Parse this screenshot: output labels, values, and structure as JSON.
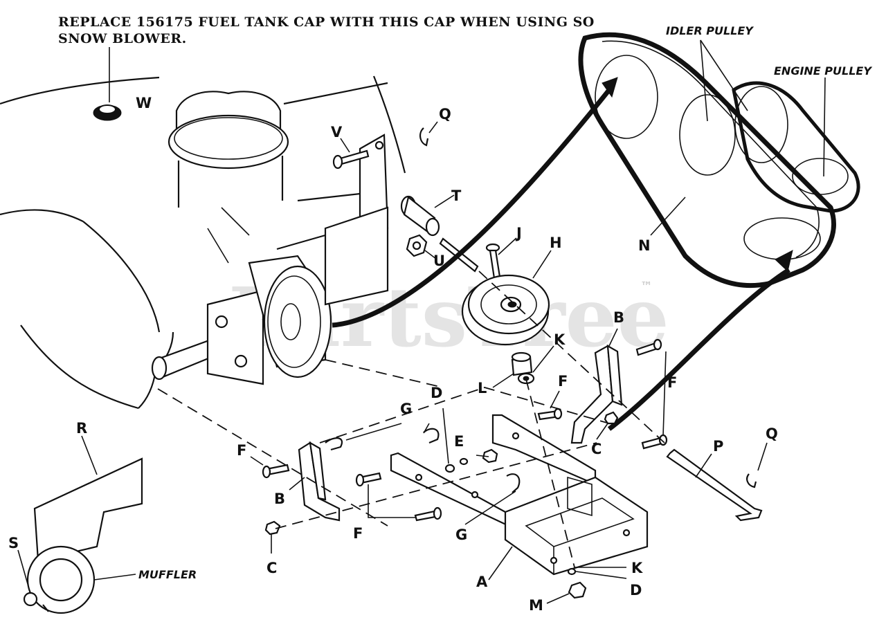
{
  "note": {
    "line1": "REPLACE 156175 FUEL TANK CAP WITH THIS CAP WHEN USING SO",
    "line2": "SNOW BLOWER."
  },
  "callouts": {
    "idler_pulley": "IDLER PULLEY",
    "engine_pulley": "ENGINE PULLEY",
    "muffler": "MUFFLER"
  },
  "part_labels": {
    "A": "A",
    "B": "B",
    "C": "C",
    "D": "D",
    "E": "E",
    "F": "F",
    "G": "G",
    "H": "H",
    "J": "J",
    "K": "K",
    "L": "L",
    "M": "M",
    "N": "N",
    "P": "P",
    "Q": "Q",
    "R": "R",
    "S": "S",
    "T": "T",
    "U": "U",
    "V": "V",
    "W": "W"
  },
  "watermark": {
    "text": "PartsTree",
    "tm": "™"
  },
  "colors": {
    "ink": "#111111",
    "paper": "#ffffff",
    "watermark": "#cfcfcf"
  }
}
